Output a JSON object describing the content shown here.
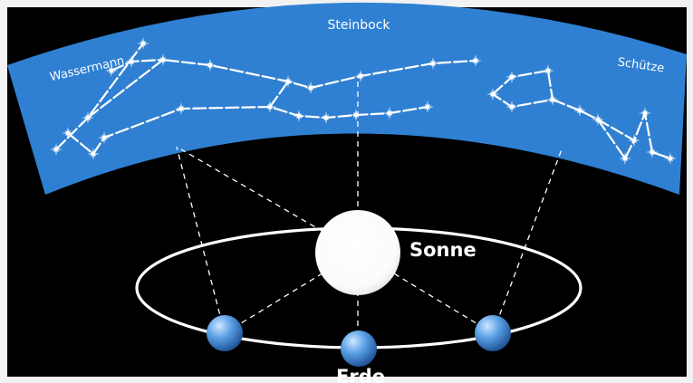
{
  "colors": {
    "background": "#000000",
    "sky_band": "#2f80d2",
    "sky_band_edge": "#1c5fae",
    "star": "#ffffff",
    "orbit": "#ffffff",
    "sun": "#ffffff",
    "earth": "#3d8bd9"
  },
  "labels": {
    "top_constellation": "Steinbock",
    "left_constellation": "Wassermann",
    "right_constellation": "Schütze",
    "sun": "Sonne",
    "earth": "Erde"
  },
  "icons": {
    "star": "star-icon",
    "sun": "sun-icon",
    "earth": "earth-icon"
  }
}
